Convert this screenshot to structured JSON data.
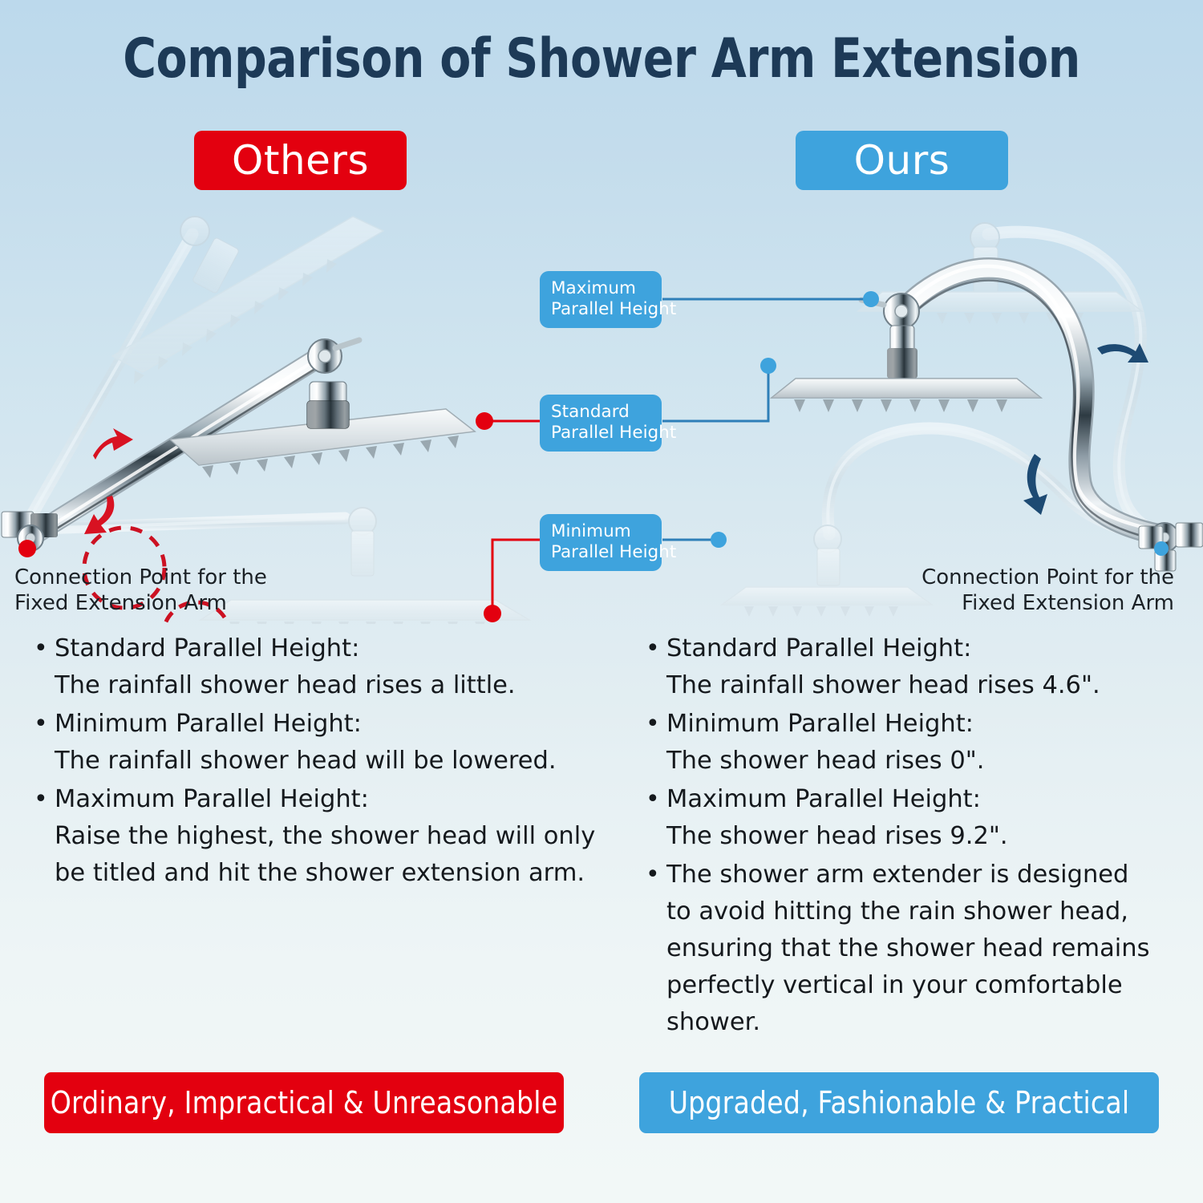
{
  "title": "Comparison of Shower Arm Extension",
  "colors": {
    "red": "#e3000f",
    "blue": "#3ea3dd",
    "title_navy": "#1d3a57",
    "arrow_navy": "#1d4a73",
    "text_dark": "#15191d",
    "bg_top": "#bcd9ec",
    "bg_bottom": "#f2f8f7"
  },
  "header": {
    "others_label": "Others",
    "ours_label": "Ours"
  },
  "callouts": {
    "maximum": {
      "line1": "Maximum",
      "line2": "Parallel Height"
    },
    "standard": {
      "line1": "Standard",
      "line2": "Parallel Height"
    },
    "minimum": {
      "line1": "Minimum",
      "line2": "Parallel Height"
    }
  },
  "connection_caption": {
    "line1": "Connection Point for the",
    "line2": "Fixed Extension Arm"
  },
  "left_column": {
    "bullets": [
      {
        "heading": "Standard Parallel Height:",
        "body_lines": [
          "The rainfall shower head rises a little."
        ]
      },
      {
        "heading": "Minimum Parallel Height:",
        "body_lines": [
          "The rainfall shower head will be lowered."
        ]
      },
      {
        "heading": "Maximum Parallel Height:",
        "body_lines": [
          "Raise the highest, the shower head will only",
          "be titled and hit the shower extension arm."
        ]
      }
    ]
  },
  "right_column": {
    "bullets": [
      {
        "heading": "Standard Parallel Height:",
        "body_lines": [
          "The rainfall shower head rises 4.6\"."
        ]
      },
      {
        "heading": "Minimum Parallel Height:",
        "body_lines": [
          "The shower head rises 0\"."
        ]
      },
      {
        "heading": "Maximum Parallel Height:",
        "body_lines": [
          "The shower head rises 9.2\"."
        ]
      },
      {
        "heading": "",
        "body_lines": [
          "The shower arm extender is designed",
          "to avoid hitting the rain shower head,",
          "ensuring that the shower head remains",
          "perfectly vertical in your comfortable",
          "shower."
        ]
      }
    ]
  },
  "footer": {
    "left_banner": "Ordinary, Impractical & Unreasonable",
    "right_banner": "Upgraded, Fashionable & Practical"
  },
  "measurements": {
    "standard_rise_ours": "4.6\"",
    "minimum_rise_ours": "0\"",
    "maximum_rise_ours": "9.2\""
  }
}
